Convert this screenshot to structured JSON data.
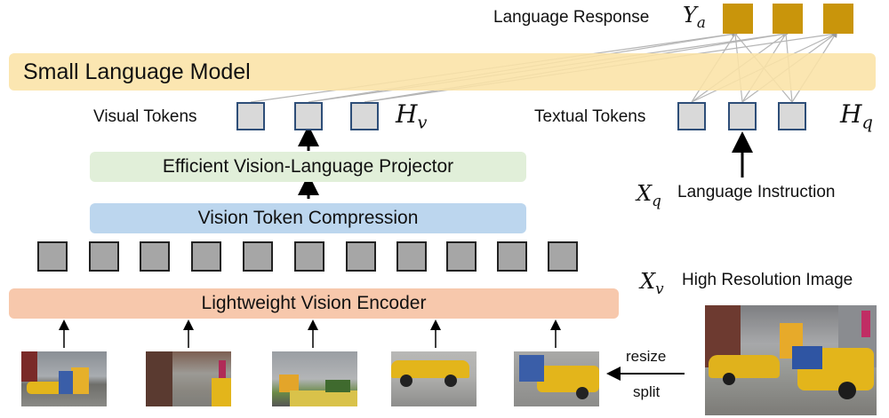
{
  "response": {
    "label": "Language Response",
    "symbol": "Y",
    "subscript": "a"
  },
  "slm": {
    "label": "Small Language Model"
  },
  "visual_tokens": {
    "label": "Visual Tokens",
    "symbol": "H",
    "subscript": "v"
  },
  "textual_tokens": {
    "label": "Textual Tokens",
    "symbol": "H",
    "subscript": "q"
  },
  "projector": {
    "label": "Efficient Vision-Language Projector"
  },
  "compression": {
    "label": "Vision Token Compression"
  },
  "encoder": {
    "label": "Lightweight Vision Encoder"
  },
  "instruction": {
    "label": "Language Instruction",
    "symbol": "X",
    "subscript": "q"
  },
  "image": {
    "label": "High Resolution Image",
    "symbol": "X",
    "subscript": "v"
  },
  "ops": {
    "resize": "resize",
    "split": "split"
  },
  "colors": {
    "slm_fill": "#fbe3a6",
    "projector_fill": "#e1efd9",
    "compression_fill": "#bcd6ee",
    "encoder_fill": "#f7c8ac",
    "response_token": "#c9950b",
    "token_fill": "#d9d9d9",
    "token_border": "#2e4e78",
    "patch_token_fill": "#a6a6a6"
  }
}
